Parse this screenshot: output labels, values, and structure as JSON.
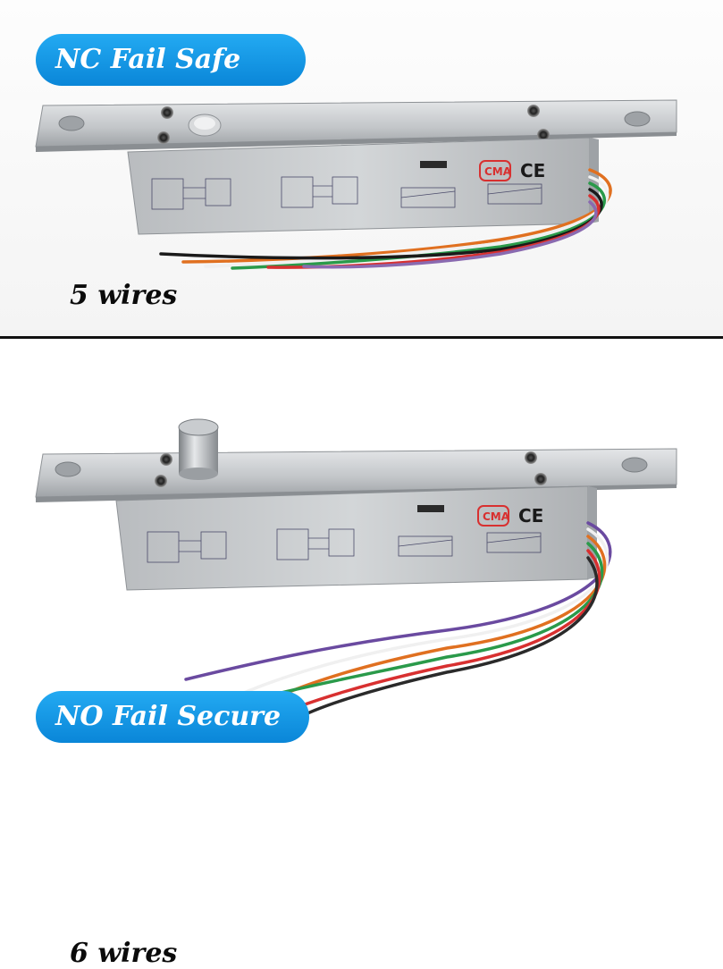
{
  "sections": [
    {
      "title": "NC Fail Safe",
      "wires_label": "5 wires",
      "wire_count": 5
    },
    {
      "title": "NO Fail Secure",
      "wires_label": "6 wires",
      "wire_count": 6
    }
  ],
  "colors": {
    "pill": "#1496e6",
    "pill_text": "#ffffff",
    "label_text": "#0b0b0b",
    "divider": "#111111",
    "metal": "#c4c7ca"
  },
  "icons": [
    "ce-mark-icon",
    "cma-mark-icon",
    "wiring-diagram-icon"
  ]
}
